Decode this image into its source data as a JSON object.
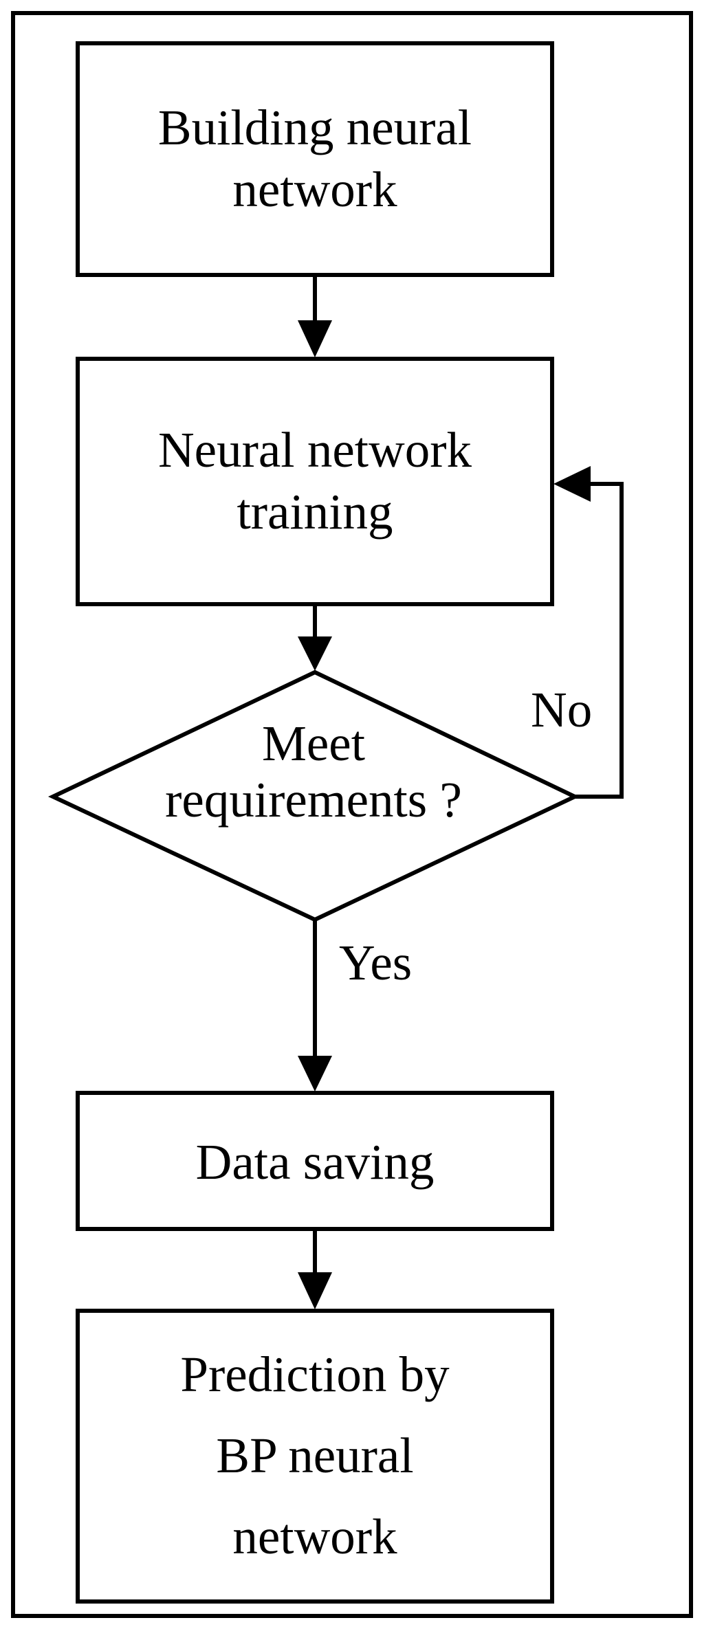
{
  "flowchart": {
    "nodes": {
      "build": {
        "lines": [
          "Building neural",
          "network"
        ]
      },
      "train": {
        "lines": [
          "Neural network",
          "training"
        ]
      },
      "decision": {
        "lines": [
          "Meet",
          "requirements ?"
        ]
      },
      "save": {
        "lines": [
          "Data saving"
        ]
      },
      "predict": {
        "lines": [
          "Prediction by",
          "BP neural",
          "network"
        ]
      }
    },
    "edges": {
      "no_label": "No",
      "yes_label": "Yes"
    }
  }
}
